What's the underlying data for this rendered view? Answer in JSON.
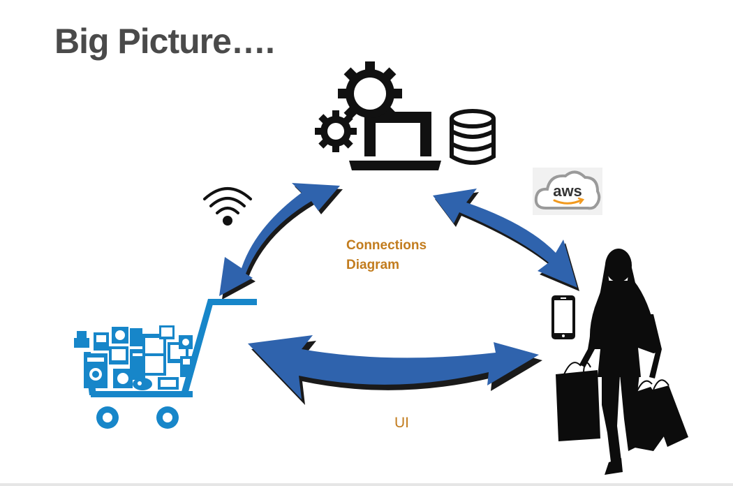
{
  "slide": {
    "title": "Big Picture….",
    "center_label_line1": "Connections",
    "center_label_line2": "Diagram",
    "bottom_label": "UI",
    "aws_logo_text": "aws"
  },
  "colors": {
    "title": "#4a4a4a",
    "label": "#c27c1e",
    "arrow_fill": "#2f63ad",
    "arrow_shadow": "#1a1a1a",
    "cart_blue": "#1786c9",
    "icon_black": "#111111",
    "aws_orange": "#f29a1f"
  },
  "icons": {
    "server": "laptop-with-gears-and-database-icon",
    "wifi": "wifi-icon",
    "cloud": "aws-cloud-icon",
    "cart": "shopping-cart-icon",
    "phone": "smartphone-icon",
    "shopper": "shopper-silhouette-icon"
  }
}
